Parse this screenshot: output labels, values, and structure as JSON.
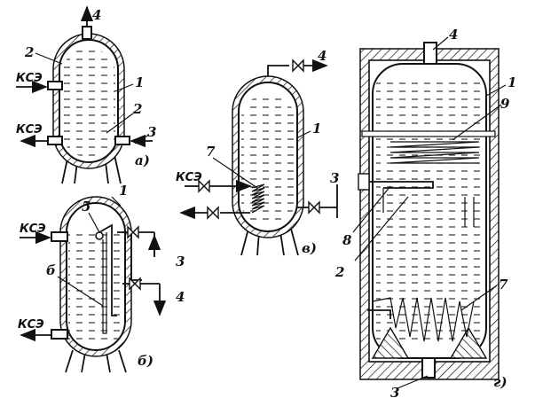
{
  "labels": {
    "kse": "КСЭ",
    "n1": "1",
    "n2": "2",
    "n3": "3",
    "n4": "4",
    "n5": "5",
    "n6": "б",
    "n7": "7",
    "n8": "8",
    "n9": "9",
    "fig_a": "а)",
    "fig_b": "б)",
    "fig_v": "в)",
    "fig_g": "г)"
  }
}
